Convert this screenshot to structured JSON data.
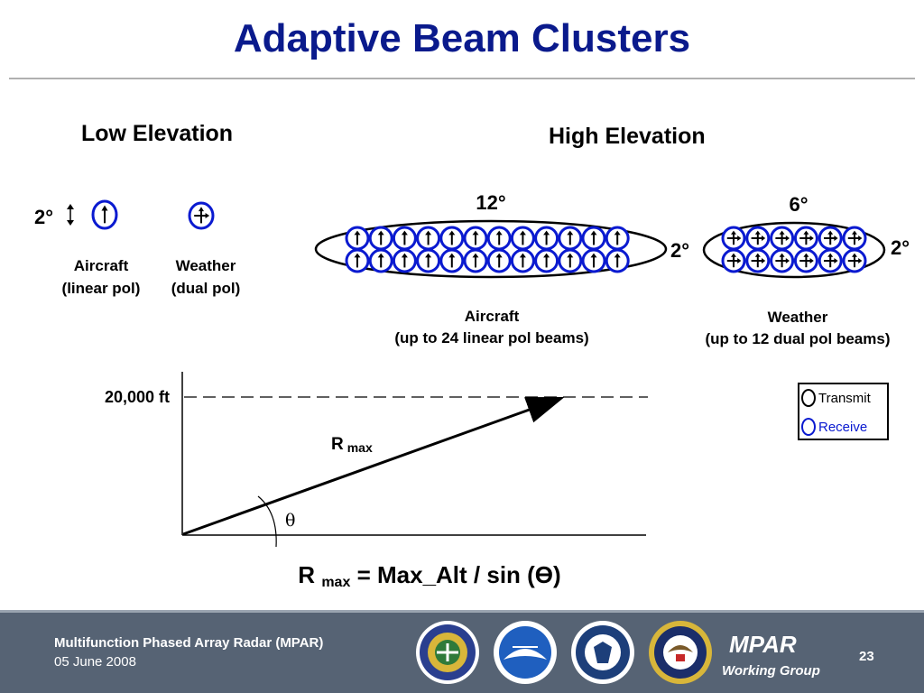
{
  "slide": {
    "title": "Adaptive Beam Clusters",
    "low_elevation": {
      "heading": "Low Elevation",
      "beam_width": "2°",
      "aircraft_label_1": "Aircraft",
      "aircraft_label_2": "(linear pol)",
      "weather_label_1": "Weather",
      "weather_label_2": "(dual pol)"
    },
    "high_elevation": {
      "heading": "High Elevation",
      "aircraft_width": "12°",
      "weather_width": "6°",
      "weather_left_height": "2°",
      "weather_right_height": "2°",
      "aircraft_caption_1": "Aircraft",
      "aircraft_caption_2": "(up to 24 linear pol beams)",
      "weather_caption_1": "Weather",
      "weather_caption_2": "(up to 12 dual pol beams)",
      "aircraft_beam_count": 24,
      "weather_beam_count": 12
    },
    "legend": {
      "transmit": "Transmit",
      "receive": "Receive",
      "transmit_color": "#000000",
      "receive_color": "#0a1ad0"
    },
    "geometry_diagram": {
      "altitude_label": "20,000 ft",
      "range_symbol": "R",
      "range_subscript": "max",
      "angle_symbol": "θ"
    },
    "formula": {
      "lhs": "R",
      "sub": "max",
      "rhs": "= Max_Alt / sin (Ɵ)"
    },
    "colors": {
      "title": "#0a1a8c",
      "beam": "#0a1ad0",
      "footer_bg": "#566374"
    }
  },
  "footer": {
    "organization": "Multifunction Phased Array Radar (MPAR)",
    "date": "05 June 2008",
    "seals": [
      "faa-seal",
      "noaa-seal",
      "dhs-seal",
      "dod-seal"
    ],
    "brand": "MPAR",
    "group": "Working Group",
    "page_number": "23"
  }
}
